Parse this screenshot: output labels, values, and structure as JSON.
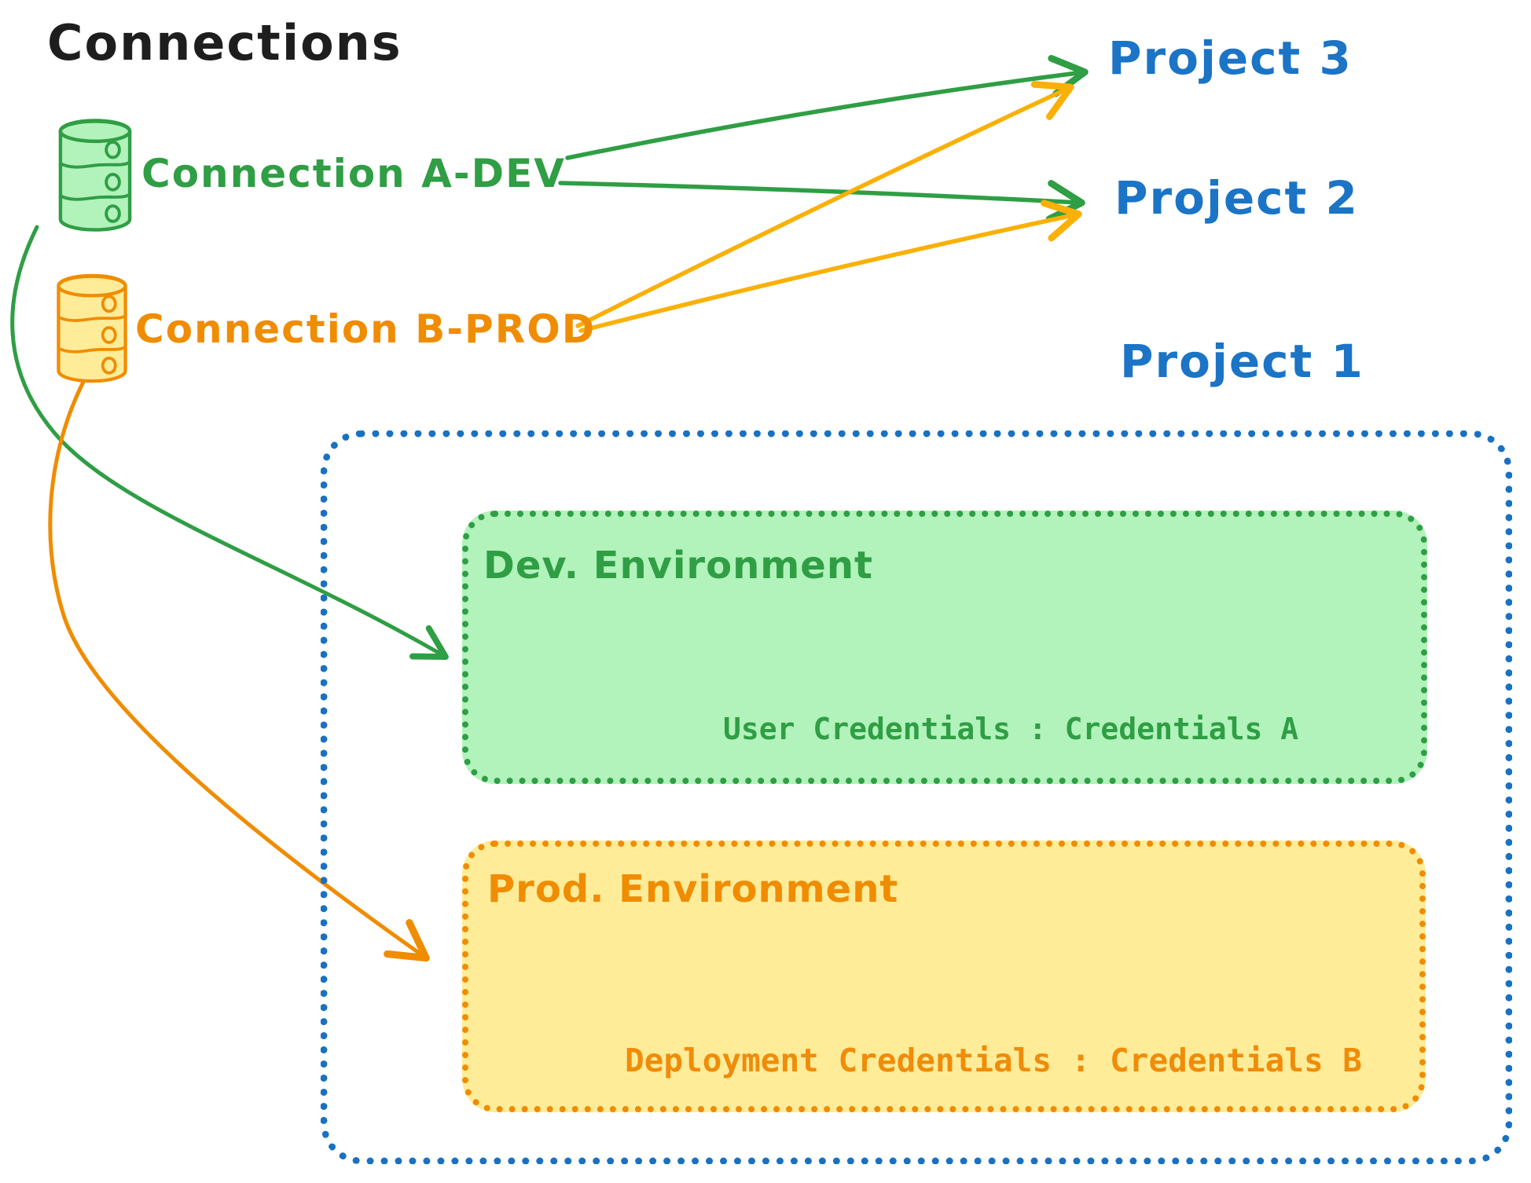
{
  "title": "Connections",
  "palette": {
    "ink": "#1e1e1e",
    "green": "#2f9e44",
    "green_fill": "#b2f2bb",
    "orange": "#f08c00",
    "orange_fill": "#ffec99",
    "orange_arrow": "#fab005",
    "blue": "#1971c2"
  },
  "connections": [
    {
      "label": "Connection A-DEV",
      "icon": "database-cylinder-icon",
      "color": "#2f9e44"
    },
    {
      "label": "Connection B-PROD",
      "icon": "database-cylinder-icon",
      "color": "#f08c00"
    }
  ],
  "projects": {
    "project3": "Project 3",
    "project2": "Project 2",
    "project1": "Project 1"
  },
  "environments": {
    "dev": {
      "title": "Dev. Environment",
      "credentials": "User Credentials : Credentials A"
    },
    "prod": {
      "title": "Prod. Environment",
      "credentials": "Deployment Credentials : Credentials B"
    }
  },
  "edges": [
    {
      "from": "Connection A-DEV",
      "to": "Project 3",
      "color": "#2f9e44"
    },
    {
      "from": "Connection A-DEV",
      "to": "Project 2",
      "color": "#2f9e44"
    },
    {
      "from": "Connection B-PROD",
      "to": "Project 3",
      "color": "#fab005"
    },
    {
      "from": "Connection B-PROD",
      "to": "Project 2",
      "color": "#fab005"
    },
    {
      "from": "Connection A-DEV",
      "to": "Dev. Environment",
      "color": "#2f9e44"
    },
    {
      "from": "Connection B-PROD",
      "to": "Prod. Environment",
      "color": "#f08c00"
    }
  ]
}
